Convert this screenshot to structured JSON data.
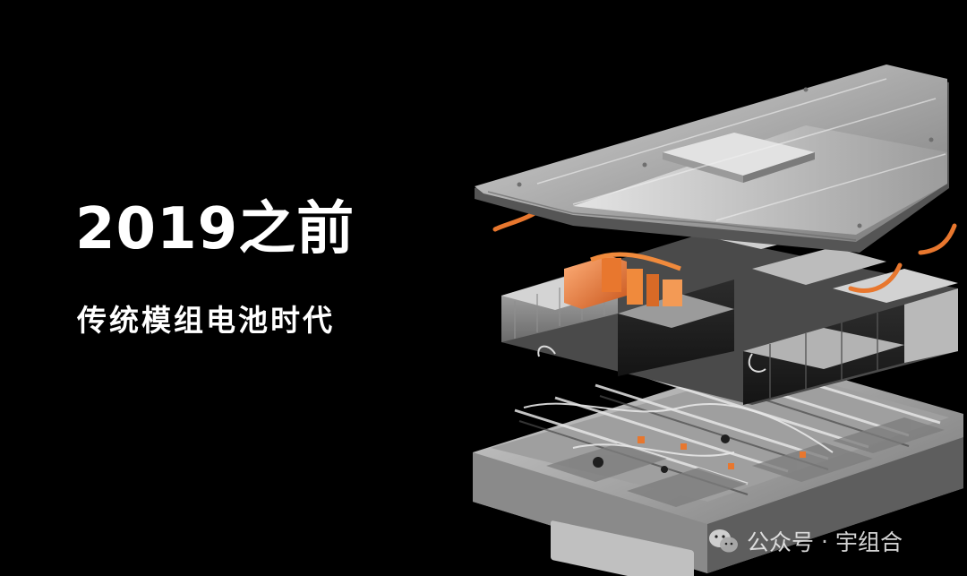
{
  "headline": "2019之前",
  "subheadline": "传统模组电池时代",
  "watermark": {
    "account_prefix": "公众号",
    "separator": "·",
    "account_name": "宇组合",
    "icon": "wechat-icon"
  },
  "colors": {
    "background": "#000000",
    "text": "#ffffff",
    "copper_accent": "#e8772e",
    "metal_light": "#c8c8c8",
    "metal_dark": "#5a5a5a"
  }
}
